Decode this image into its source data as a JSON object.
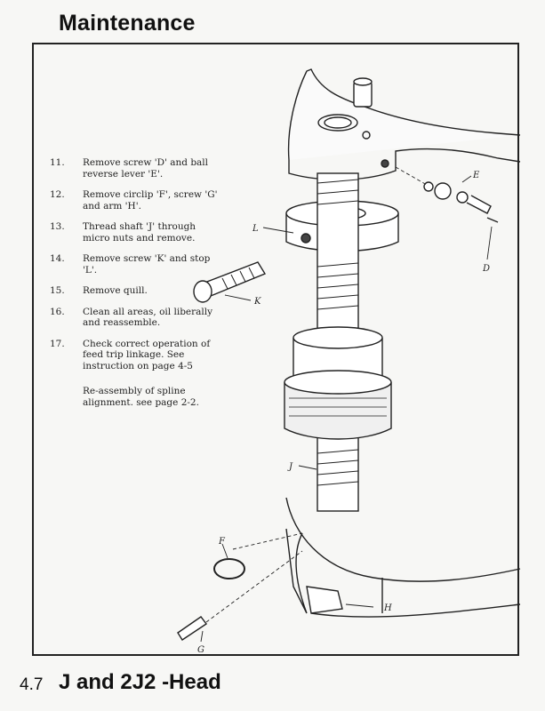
{
  "header": {
    "title": "Maintenance"
  },
  "steps": [
    {
      "num": "11.",
      "text": "Remove screw 'D' and ball reverse lever 'E'."
    },
    {
      "num": "12.",
      "text": "Remove circlip 'F', screw 'G' and arm 'H'."
    },
    {
      "num": "13.",
      "text": "Thread shaft 'J' through micro nuts and remove."
    },
    {
      "num": "14.",
      "text": "Remove screw 'K' and stop 'L'."
    },
    {
      "num": "15.",
      "text": "Remove quill."
    },
    {
      "num": "16.",
      "text": "Clean all areas, oil liberally and reassemble."
    },
    {
      "num": "17.",
      "text": "Check correct operation of feed trip linkage. See instruction on page 4-5"
    }
  ],
  "note": "Re-assembly of spline alignment. see page 2-2.",
  "labels": {
    "E": "E",
    "D": "D",
    "L": "L",
    "K": "K",
    "J": "J",
    "F": "F",
    "H": "H",
    "G": "G"
  },
  "footer": {
    "page_number": "4.7",
    "section_title": "J and 2J2 -Head"
  }
}
